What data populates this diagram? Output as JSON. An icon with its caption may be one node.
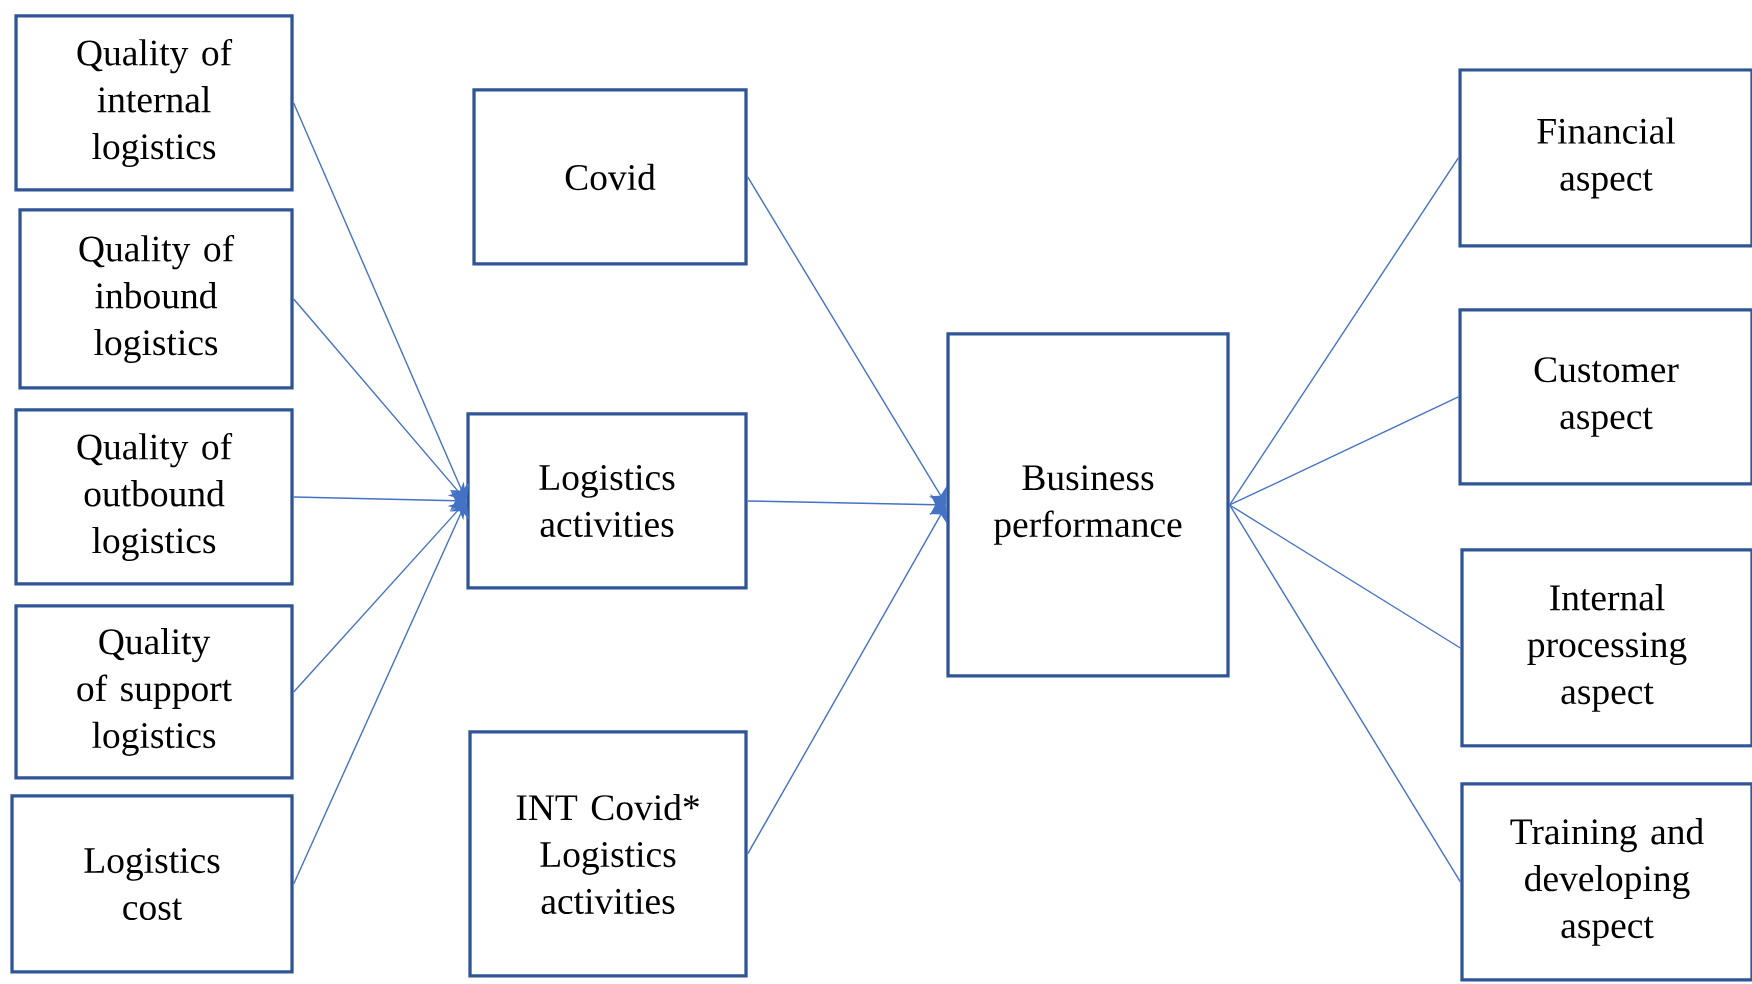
{
  "diagram": {
    "nodes": [
      {
        "text": [
          "Quality of internal logistics"
        ]
      },
      {
        "text": [
          "Quality of inbound logistics"
        ]
      },
      {
        "text": [
          "Quality of outbound logistics"
        ]
      },
      {
        "text": [
          "Quality of support logistics"
        ]
      },
      {
        "text": [
          "Logistics cost"
        ]
      },
      {
        "text": [
          "Covid"
        ]
      },
      {
        "text": [
          "Logistics activities"
        ]
      },
      {
        "text": [
          "INT Covid* Logistics activities"
        ]
      },
      {
        "text": [
          "Business performance"
        ]
      },
      {
        "text": [
          "Financial aspect"
        ]
      },
      {
        "text": [
          "Customer aspect"
        ]
      },
      {
        "text": [
          "Internal processing aspect"
        ]
      },
      {
        "text": [
          "Training and developing aspect"
        ]
      }
    ],
    "edges": [
      {
        "from": 0,
        "to": 6,
        "arrow": "to"
      },
      {
        "from": 1,
        "to": 6,
        "arrow": "to"
      },
      {
        "from": 2,
        "to": 6,
        "arrow": "to"
      },
      {
        "from": 3,
        "to": 6,
        "arrow": "to"
      },
      {
        "from": 4,
        "to": 6,
        "arrow": "to"
      },
      {
        "from": 5,
        "to": 8,
        "arrow": "to"
      },
      {
        "from": 6,
        "to": 8,
        "arrow": "to"
      },
      {
        "from": 7,
        "to": 8,
        "arrow": "to"
      },
      {
        "from": 8,
        "to": 9,
        "arrow": "none"
      },
      {
        "from": 8,
        "to": 10,
        "arrow": "none"
      },
      {
        "from": 8,
        "to": 11,
        "arrow": "none"
      },
      {
        "from": 8,
        "to": 12,
        "arrow": "none"
      }
    ]
  }
}
